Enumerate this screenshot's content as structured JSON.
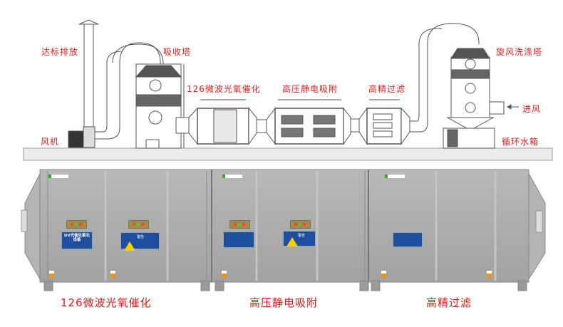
{
  "diagram_labels": {
    "stack": "达标排放",
    "fan": "风机",
    "absorption_tower": "吸收塔",
    "uv_unit": "126微波光氧催化",
    "esp_unit": "高压静电吸附",
    "filter_unit": "高精过滤",
    "cyclone_scrubber": "旋风洗涤塔",
    "air_inlet": "进风",
    "water_tank": "循环水箱"
  },
  "product_labels": {
    "uv_section": "126微波光氧催化",
    "esp_section": "高压静电吸附",
    "filter_section": "高精过滤"
  },
  "nameplates": {
    "uv_plate_title": "UV光催化氧化设备",
    "warning_title": "警告"
  },
  "colors": {
    "label_red": "#e02020",
    "machine_gray": "#a9a9a9",
    "plate_blue": "#1f4f9c"
  }
}
